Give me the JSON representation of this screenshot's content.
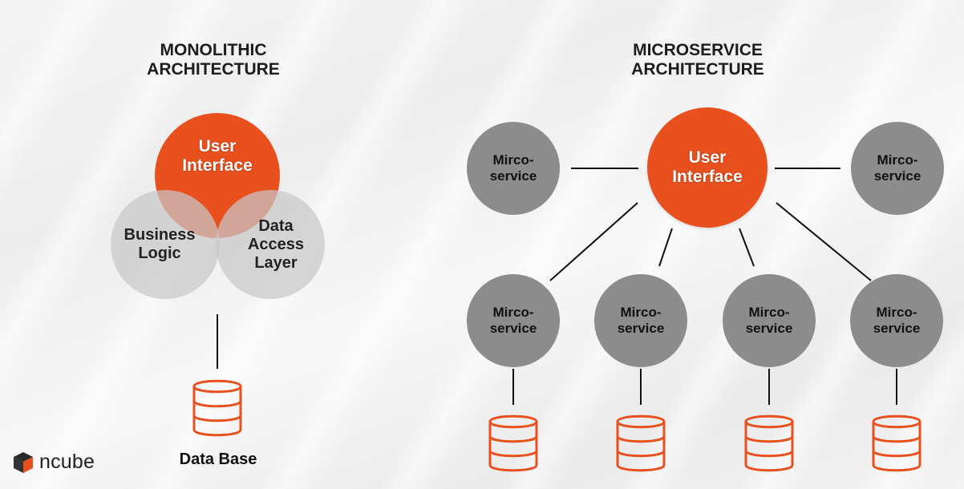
{
  "monolithic": {
    "heading": [
      "MONOLITHIC",
      "ARCHITECTURE"
    ],
    "user_interface": [
      "User",
      "Interface"
    ],
    "business_logic": [
      "Business",
      "Logic"
    ],
    "data_access_layer": [
      "Data",
      "Access",
      "Layer"
    ],
    "database_label": "Data Base"
  },
  "microservice": {
    "heading": [
      "MICROSERVICE",
      "ARCHITECTURE"
    ],
    "user_interface": [
      "User",
      "Interface"
    ],
    "service_label": [
      "Mirco-",
      "service"
    ]
  },
  "logo": {
    "text": "ncube"
  },
  "colors": {
    "accent_orange": "#e8501d",
    "service_gray": "#8c8c8c",
    "overlap_gray": "#c8c8c8",
    "heading_text": "#1d1d1d",
    "line": "#111111"
  },
  "icons": {
    "database": "database-icon",
    "logo": "ncube-cube-logo-icon"
  }
}
